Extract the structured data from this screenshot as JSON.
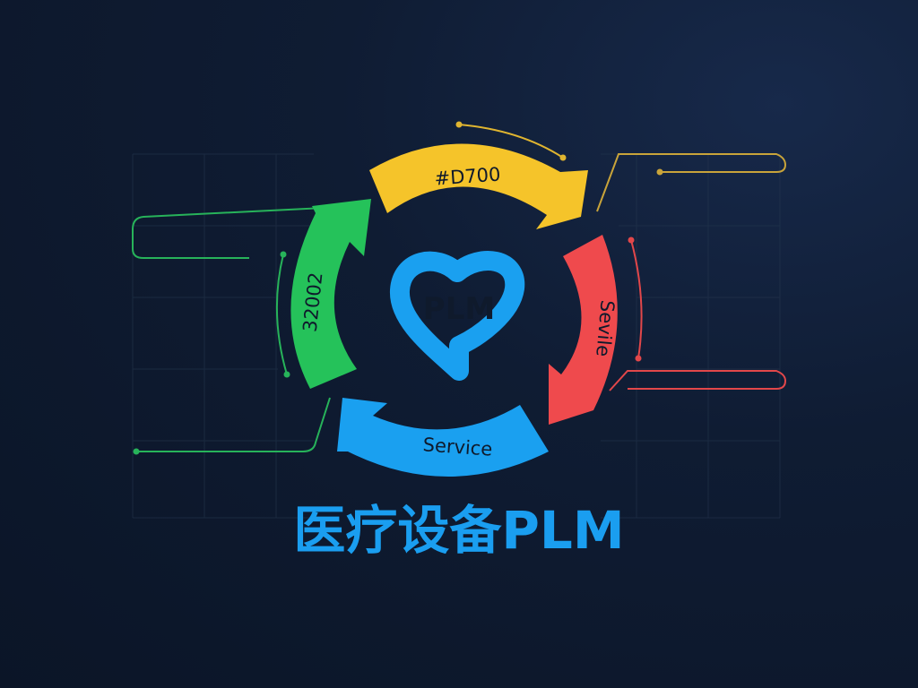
{
  "center": {
    "label": "PLM"
  },
  "arcs": [
    {
      "label": "#D700",
      "color": "#f5c42a"
    },
    {
      "label": "Sevile",
      "color": "#ef4a4d"
    },
    {
      "label": "Service",
      "color": "#1aa0f0"
    },
    {
      "label": "32002",
      "color": "#25c25a"
    }
  ],
  "title": "医疗设备PLM",
  "colors": {
    "background": "#0f1c33",
    "grid": "#26384f",
    "heart": "#1aa0f0",
    "title": "#1a9ef0"
  }
}
